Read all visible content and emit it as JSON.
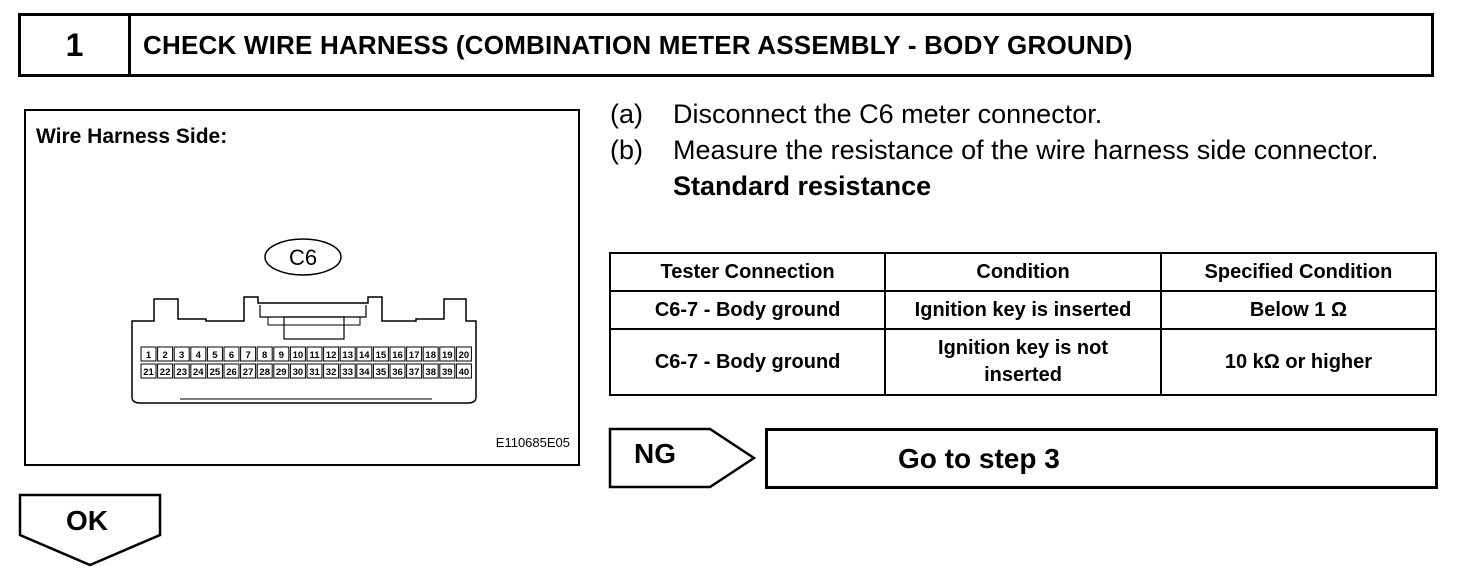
{
  "step": {
    "number": "1",
    "title": "CHECK WIRE HARNESS (COMBINATION METER ASSEMBLY - BODY GROUND)"
  },
  "figure": {
    "label": "Wire Harness Side:",
    "connector_name": "C6",
    "pins_top": [
      "1",
      "2",
      "3",
      "4",
      "5",
      "6",
      "7",
      "8",
      "9",
      "10",
      "11",
      "12",
      "13",
      "14",
      "15",
      "16",
      "17",
      "18",
      "19",
      "20"
    ],
    "pins_bottom": [
      "21",
      "22",
      "23",
      "24",
      "25",
      "26",
      "27",
      "28",
      "29",
      "30",
      "31",
      "32",
      "33",
      "34",
      "35",
      "36",
      "37",
      "38",
      "39",
      "40"
    ],
    "code": "E110685E05"
  },
  "instructions": [
    {
      "marker": "(a)",
      "text": "Disconnect the C6 meter connector."
    },
    {
      "marker": "(b)",
      "text": "Measure the resistance of the wire harness side connector."
    }
  ],
  "standard_label": "Standard resistance",
  "table": {
    "headers": [
      "Tester Connection",
      "Condition",
      "Specified Condition"
    ],
    "rows": [
      [
        "C6-7 - Body ground",
        "Ignition key is inserted",
        "Below 1 Ω"
      ],
      [
        "C6-7 - Body ground",
        "Ignition key is not inserted",
        "10 kΩ or higher"
      ]
    ]
  },
  "ng": {
    "label": "NG",
    "action": "Go to step 3"
  },
  "ok": {
    "label": "OK"
  }
}
